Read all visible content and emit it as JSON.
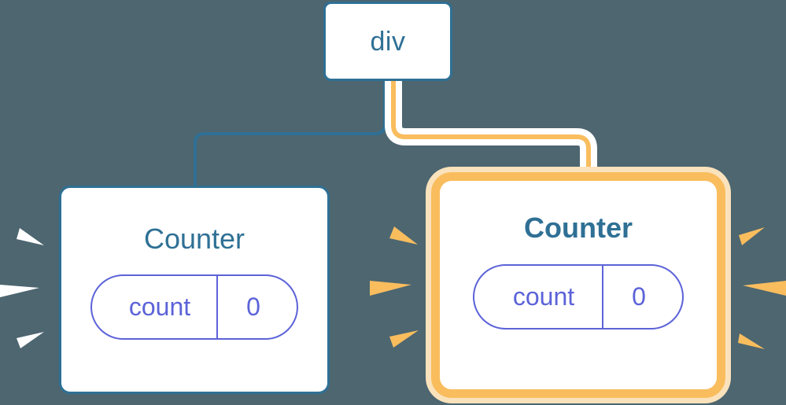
{
  "diagram": {
    "background_color": "#4d6670",
    "title_colors": {
      "blue": "#2f7095",
      "orange": "#f9bd5e",
      "orange_halo": "#fae2bc",
      "purple": "#5c63d8",
      "white": "#ffffff"
    }
  },
  "nodes": {
    "root": {
      "label": "div",
      "state": "normal",
      "border_color": "#2f7095"
    },
    "counter_left": {
      "label": "Counter",
      "state": "normal",
      "border_color": "#2f7095",
      "state_key": "count",
      "state_value": "0"
    },
    "counter_right": {
      "label": "Counter",
      "state": "highlighted",
      "border_color": "#f9bd5e",
      "state_key": "count",
      "state_value": "0"
    }
  },
  "edges": [
    {
      "name": "div-to-counter-left",
      "from": "root",
      "to": "counter_left",
      "color": "#2f7095",
      "highlighted": false
    },
    {
      "name": "div-to-counter-right",
      "from": "root",
      "to": "counter_right",
      "color": "#f9bd5e",
      "highlighted": true
    }
  ],
  "sparkles": [
    {
      "name": "sparkle-left-outer",
      "color": "#ffffff",
      "side": "left",
      "target": "counter_left"
    },
    {
      "name": "sparkle-left-inner",
      "color": "#f9bd5e",
      "side": "left",
      "target": "counter_right"
    },
    {
      "name": "sparkle-right-outer",
      "color": "#f9bd5e",
      "side": "right",
      "target": "counter_right"
    }
  ]
}
